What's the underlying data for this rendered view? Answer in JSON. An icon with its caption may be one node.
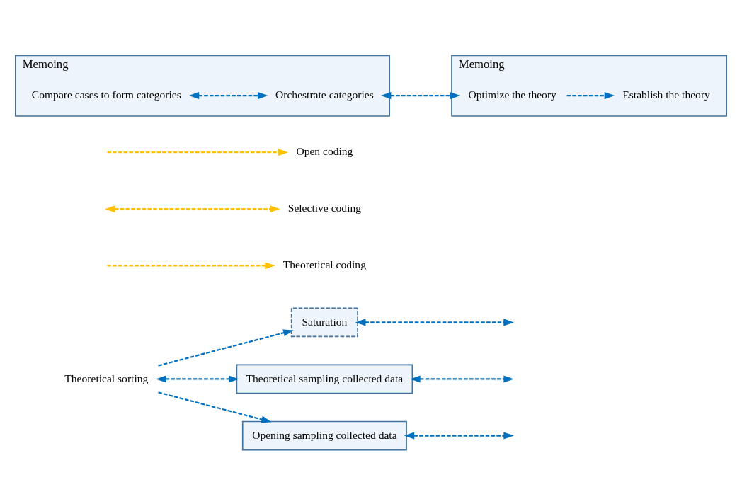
{
  "diagram": {
    "nodes": [
      {
        "text": [
          "Saturation"
        ]
      },
      {
        "text": [
          "Theoretical sampling collected data"
        ]
      },
      {
        "text": [
          "Opening sampling collected data"
        ]
      },
      {
        "text": [
          "Theoretical sorting"
        ]
      },
      {
        "text": [
          "Theoretical coding"
        ]
      },
      {
        "text": [
          "Selective coding"
        ]
      },
      {
        "text": [
          "Open coding"
        ]
      },
      {
        "text": [
          "Memoing"
        ]
      },
      {
        "text": [
          "Establish the theory"
        ],
        "in": 7
      },
      {
        "text": [
          "Optimize the theory"
        ],
        "in": 7
      },
      {
        "text": [
          "Memoing"
        ]
      },
      {
        "text": [
          "Orchestrate categories"
        ],
        "in": 10
      },
      {
        "text": [
          "Compare cases to form categories"
        ],
        "in": 10
      }
    ],
    "edges": [
      {
        "from": 3,
        "to": 0,
        "arrow": "to",
        "style": "dashed"
      },
      {
        "from": 3,
        "to": 1,
        "arrow": "both",
        "style": "dashed"
      },
      {
        "from": 3,
        "to": 2,
        "arrow": "to",
        "style": "dashed"
      },
      {
        "from": null,
        "to": 4,
        "arrow": "to",
        "style": "dashed",
        "color": "#ffc000"
      },
      {
        "from": null,
        "to": 5,
        "arrow": "both",
        "style": "dashed",
        "color": "#ffc000"
      },
      {
        "from": null,
        "to": 6,
        "arrow": "to",
        "style": "dashed",
        "color": "#ffc000"
      },
      {
        "from": 0,
        "to": null,
        "arrow": "both",
        "style": "dashed"
      },
      {
        "from": 1,
        "to": null,
        "arrow": "both",
        "style": "dashed"
      },
      {
        "from": 2,
        "to": null,
        "arrow": "both",
        "style": "dashed"
      },
      {
        "from": 9,
        "to": 8,
        "arrow": "to",
        "style": "dashed"
      },
      {
        "from": 11,
        "to": 9,
        "arrow": "both",
        "style": "dashed"
      },
      {
        "from": 12,
        "to": 11,
        "arrow": "both",
        "style": "dashed"
      }
    ]
  }
}
